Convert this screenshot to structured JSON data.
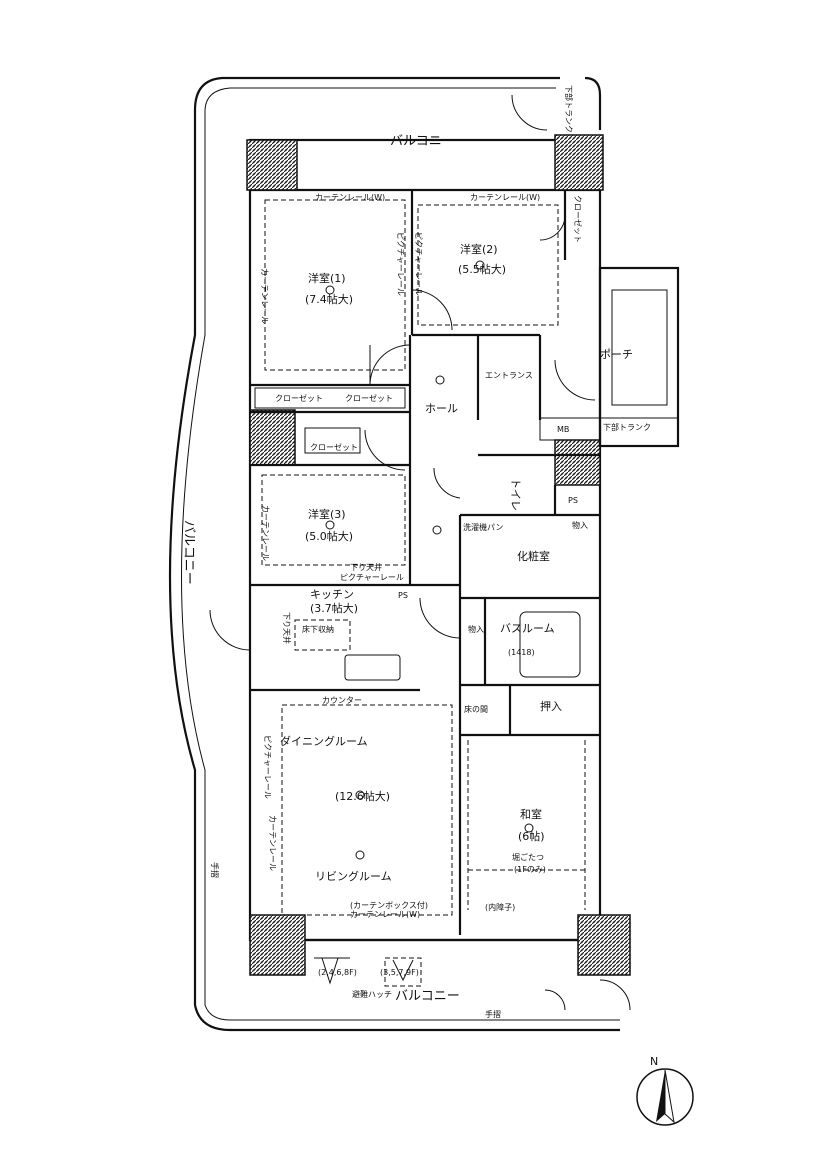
{
  "labels": {
    "balcony_top": "バルコニー",
    "balcony_left": "バルコニー",
    "balcony_bottom": "バルコニー",
    "storage_trunk_top": "下部トランク",
    "storage_trunk_right": "下部トランク",
    "closet_right": "クローゼット",
    "closet_a": "クローゼット",
    "closet_b": "クローゼット",
    "closet_c": "クローゼット",
    "room1_name": "洋室(1)",
    "room1_size": "(7.4帖大)",
    "room2_name": "洋室(2)",
    "room2_size": "(5.5帖大)",
    "room3_name": "洋室(3)",
    "room3_size": "(5.0帖大)",
    "hall": "ホール",
    "entrance": "エントランス",
    "porch": "ポーチ",
    "mb": "MB",
    "ps1": "PS",
    "ps2": "PS",
    "toilet": "トイレ",
    "powder_room": "化粧室",
    "water_heater": "洗濯機パン",
    "storage_small": "物入",
    "kitchen_name": "キッチン",
    "kitchen_size": "(3.7帖大)",
    "pantry": "床下収納",
    "counter": "カウンター",
    "bath_name": "バスルーム",
    "bath_size": "(1418)",
    "linen": "物入",
    "tokonoma": "床の間",
    "oshiire": "押入",
    "dining": "ダイニングルーム",
    "ldk_size": "(12.6帖大)",
    "living": "リビングルーム",
    "japanese_name": "和室",
    "japanese_size": "(6帖)",
    "kotatsu": "堀ごたつ",
    "kotatsu_note": "(1Fのみ)",
    "curtain_rail_w": "カーテンレール(W)",
    "curtain_rail": "カーテンレール",
    "picture_rail": "ピクチャーレール",
    "lowered_ceiling": "下り天井",
    "curtain_box": "(カーテンボックス付)",
    "curtain_rail_bottom": "カーテンレール(W)",
    "inner_sash": "(内障子)",
    "handrail": "手摺",
    "escape_hatch": "避難ハッチ",
    "unit_a": "(2,4,6,8F)",
    "unit_b": "(3,5,7,9F)",
    "handrail_left": "手摺",
    "north": "N"
  }
}
